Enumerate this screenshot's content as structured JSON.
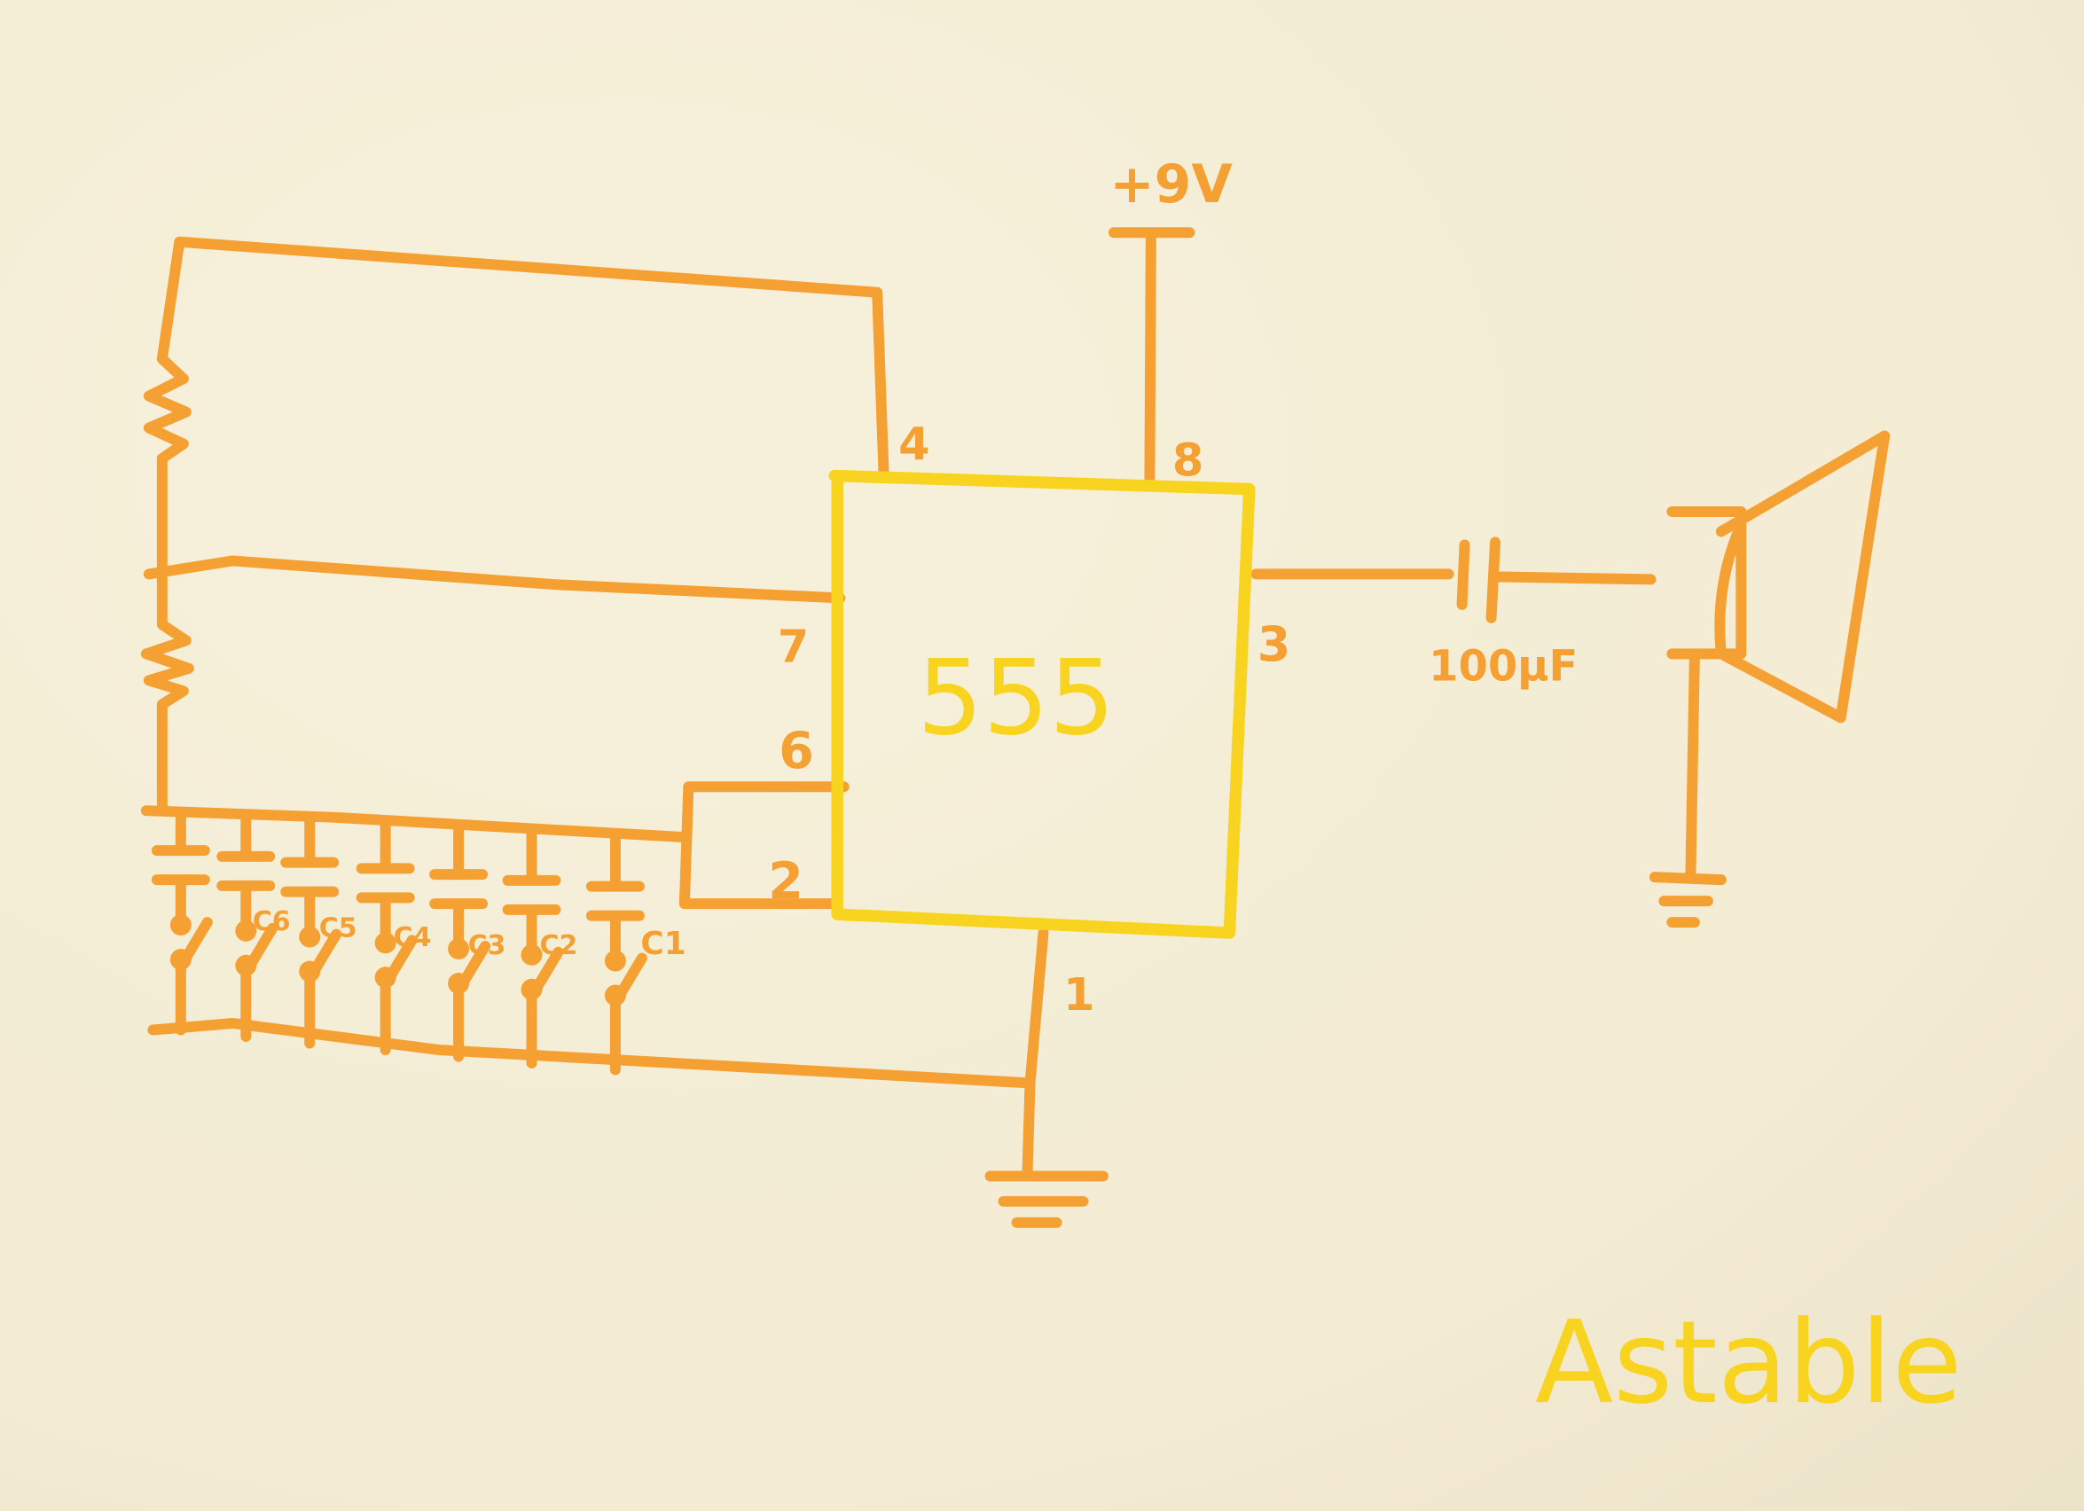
{
  "diagram": {
    "chip_label": "555",
    "supply_label": "+9V",
    "pins": {
      "p4": "4",
      "p8": "8",
      "p7": "7",
      "p6": "6",
      "p2": "2",
      "p3": "3",
      "p1": "1"
    },
    "output_cap_label": "100µF",
    "capacitor_labels": [
      "C6",
      "C5",
      "C4",
      "C3",
      "C2",
      "C1"
    ],
    "title": "Astable",
    "colors": {
      "wire": "#f5a033",
      "chip": "#f8d420",
      "paper": "#f5eed6"
    }
  }
}
